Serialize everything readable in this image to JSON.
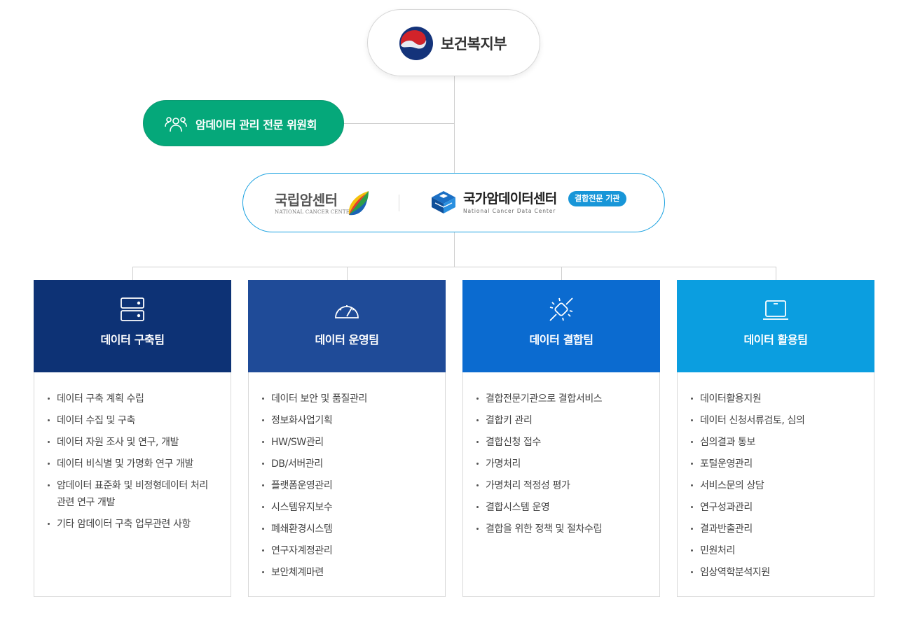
{
  "ministry": {
    "name": "보건복지부",
    "emblem_icon": "taegeuk-emblem-icon"
  },
  "committee": {
    "label": "암데이터 관리 전문 위원회",
    "icon": "people-group-icon",
    "color": "#05a87a"
  },
  "center": {
    "ncc_name": "국립암센터",
    "ncc_name_en": "NATIONAL CANCER CENTER",
    "ncdc_name": "국가암데이터센터",
    "ncdc_name_en": "National Cancer Data Center",
    "badge": "결합전문 기관",
    "border_color": "#17a0e0"
  },
  "teams": [
    {
      "name": "데이터 구축팀",
      "icon": "server-icon",
      "color": "#0d3275",
      "items": [
        "데이터 구축 계획 수립",
        "데이터 수집 및 구축",
        "데이터 자원 조사 및 연구, 개발",
        "데이터 비식별 및 가명화 연구 개발",
        "암데이터 표준화 및 비정형데이터 처리 관련 연구 개발",
        "기타 암데이터 구축 업무관련 사항"
      ]
    },
    {
      "name": "데이터 운영팀",
      "icon": "gauge-icon",
      "color": "#1f4b98",
      "items": [
        "데이터 보안 및 품질관리",
        "정보화사업기획",
        "HW/SW관리",
        "DB/서버관리",
        "플랫폼운영관리",
        "시스템유지보수",
        "폐쇄환경시스템",
        "연구자계정관리",
        "보안체계마련"
      ]
    },
    {
      "name": "데이터 결합팀",
      "icon": "plug-connect-icon",
      "color": "#0b6bd0",
      "items": [
        "결합전문기관으로 결합서비스",
        "결합키 관리",
        "결합신청 접수",
        "가명처리",
        "가명처리 적정성 평가",
        "결합시스템 운영",
        "결합을 위한 정책 및 절차수립"
      ]
    },
    {
      "name": "데이터 활용팀",
      "icon": "laptop-icon",
      "color": "#0b9ee0",
      "items": [
        "데이터활용지원",
        "데이터 신청서류검토, 심의",
        "심의결과 통보",
        "포털운영관리",
        "서비스문의 상담",
        "연구성과관리",
        "결과반출관리",
        "민원처리",
        "임상역학분석지원"
      ]
    }
  ]
}
